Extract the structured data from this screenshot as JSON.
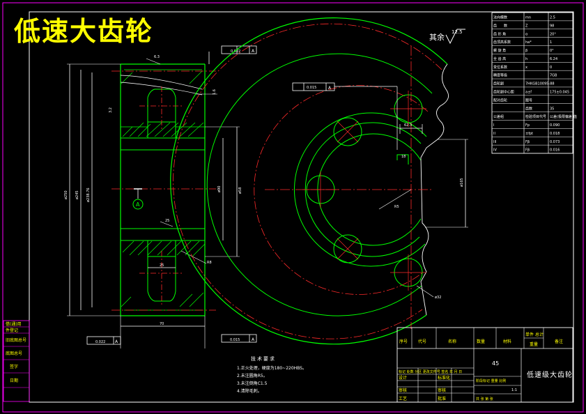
{
  "title": "低速大齿轮",
  "roughness_note": "其余",
  "roughness_value": "12.5",
  "colors": {
    "background": "#000000",
    "border": "#ff00ff",
    "green": "#00ff00",
    "white": "#ffffff",
    "red": "#ff2a2a",
    "yellow": "#ffff00",
    "magenta": "#ff00ff"
  },
  "gear_params": [
    {
      "name": "法向模数",
      "sym": "mn",
      "val": "2.5"
    },
    {
      "name": "齿　　数",
      "sym": "Z",
      "val": "98"
    },
    {
      "name": "齿 形 角",
      "sym": "α",
      "val": "20°"
    },
    {
      "name": "齿顶高系数",
      "sym": "ha*",
      "val": "1"
    },
    {
      "name": "螺 旋 角",
      "sym": "β",
      "val": "0°"
    },
    {
      "name": "全 齿 高",
      "sym": "h",
      "val": "6.24"
    },
    {
      "name": "变位系数",
      "sym": "x",
      "val": "0"
    },
    {
      "name": "精度等级",
      "sym": "",
      "val": "7GB"
    },
    {
      "name": "齿轮副",
      "sym": "7HKGB10095-88",
      "val": ""
    },
    {
      "name": "齿轮副中心距",
      "sym": "a±f",
      "val": "175±0.045"
    },
    {
      "name": "配对齿轮",
      "sym": "图号",
      "val": ""
    },
    {
      "name": "",
      "sym": "齿数",
      "val": "35"
    },
    {
      "name": "公差组",
      "sym": "检验项目代号",
      "val": "公差(极限偏差)值"
    },
    {
      "name": "I",
      "sym": "Fp",
      "val": "0.090"
    },
    {
      "name": "II",
      "sym": "±fpt",
      "val": "0.018"
    },
    {
      "name": "III",
      "sym": "Fβ",
      "val": "0.073"
    },
    {
      "name": "IV",
      "sym": "Fβ",
      "val": "0.016"
    }
  ],
  "tech_req": {
    "heading": "技术要求",
    "items": [
      "1.正火处理，硬度为180~220HBS。",
      "2.未注圆角R5。",
      "3.未注倒角C1.5",
      "4.清除毛刺。"
    ]
  },
  "left_rows": [
    "借(通)用",
    "件登记",
    "旧底图总号",
    "底图总号",
    "签字",
    "日期"
  ],
  "title_block": {
    "header": [
      "序号",
      "代号",
      "名称",
      "数量",
      "材料",
      "单件",
      "总计",
      "备注"
    ],
    "weight_label": "重量",
    "material": "45",
    "part_name": "低速级大齿轮",
    "row_mark": "标记 处数 分区 更改文件号 签名 年 月 日",
    "design": "设计",
    "std": "标准化",
    "check": "审核",
    "craft": "工艺",
    "approve": "批准",
    "sheet_cols": "阶段标记  重量  比例",
    "scale": "1:1",
    "sheets": "共 张 第 张",
    "process": "审核",
    "stage": "工艺"
  },
  "dims": {
    "d_outer": "ø250",
    "d_tip": "ø245",
    "d_root": "ø238.76",
    "d_hub": "ø90",
    "d_bore": "ø58",
    "width": "70",
    "hub_width": "25",
    "web": "25",
    "keyway": "62.3",
    "key_w": "18",
    "hole_d": "ø32",
    "bolt_circle": "ø165",
    "tol_a": "0.022",
    "tol_b": "0.015",
    "tol_c": "0.022",
    "datum": "A",
    "r8": "R8",
    "r5": "R5",
    "ra1": "6.3",
    "ra2": "3.2",
    "ra3": "1.6",
    "c1": "C1.5"
  }
}
